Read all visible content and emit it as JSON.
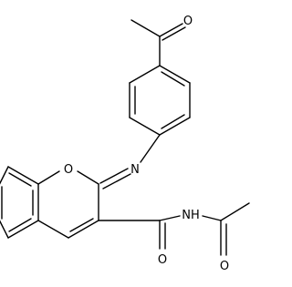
{
  "structure": {
    "atom_labels": {
      "ketone_oxygen": "O",
      "ring_oxygen": "O",
      "imine_nitrogen": "N",
      "amide_nitrogen": "NH",
      "acetyl_oxygen": "O",
      "amide_oxygen": "O"
    },
    "colors": {
      "bond": "#000000",
      "label": "#000000",
      "background": "#ffffff"
    }
  }
}
